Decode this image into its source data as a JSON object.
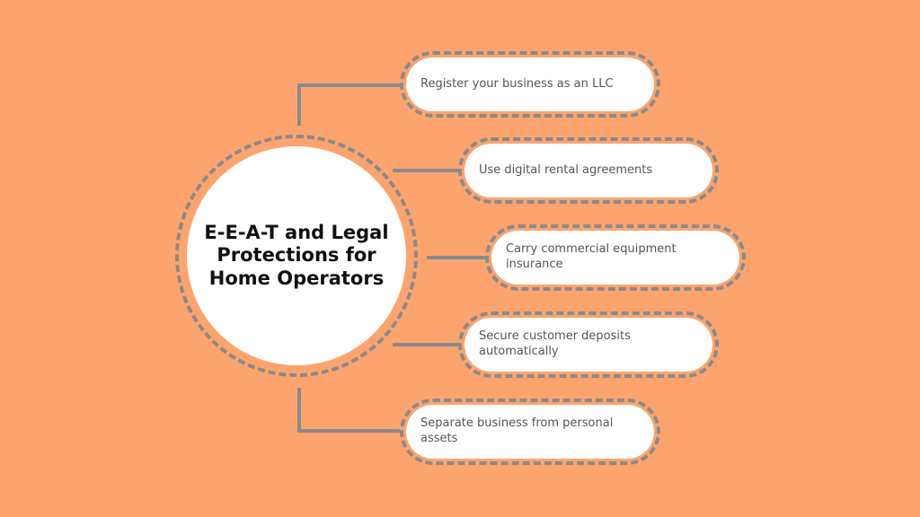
{
  "center": {
    "title": "E-E-A-T and Legal Protections for Home Operators"
  },
  "items": [
    {
      "label": "Register your business as an LLC"
    },
    {
      "label": "Use digital rental agreements"
    },
    {
      "label": "Carry commercial equipment insurance"
    },
    {
      "label": "Secure customer deposits automatically"
    },
    {
      "label": "Separate business from personal assets"
    }
  ],
  "colors": {
    "background": "#fda46e",
    "connector": "#8a8a8a",
    "node_fill": "#ffffff",
    "title_text": "#111111",
    "item_text": "#555555"
  }
}
